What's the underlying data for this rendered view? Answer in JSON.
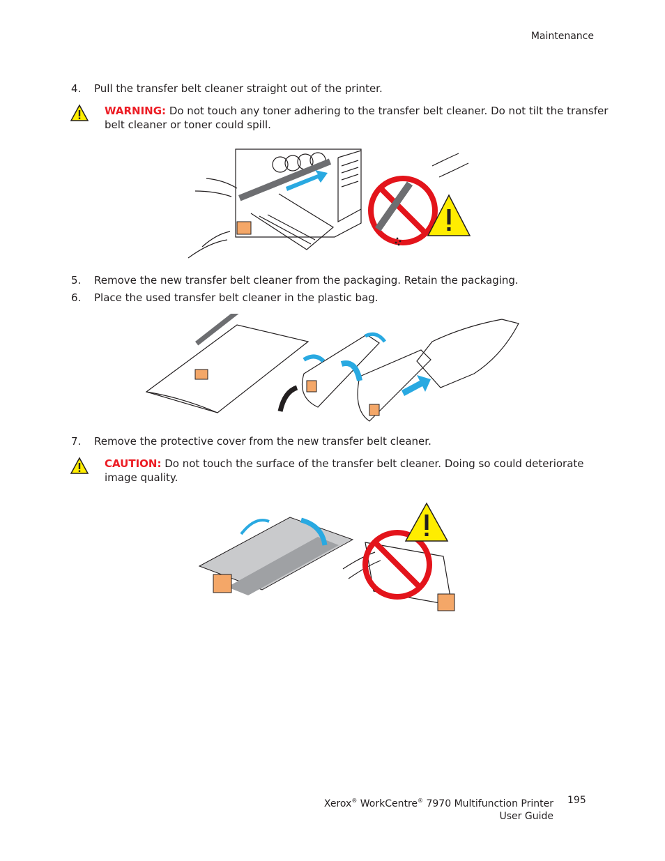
{
  "header": {
    "section": "Maintenance"
  },
  "steps": {
    "s4": {
      "num": "4.",
      "text": "Pull the transfer belt cleaner straight out of the printer."
    },
    "s5": {
      "num": "5.",
      "text": "Remove the new transfer belt cleaner from the packaging. Retain the packaging."
    },
    "s6": {
      "num": "6.",
      "text": "Place the used transfer belt cleaner in the plastic bag."
    },
    "s7": {
      "num": "7.",
      "text": "Remove the protective cover from the new transfer belt cleaner."
    }
  },
  "warning": {
    "label": "WARNING:",
    "text": "Do not touch any toner adhering to the transfer belt cleaner. Do not tilt the transfer belt cleaner or toner could spill."
  },
  "caution": {
    "label": "CAUTION:",
    "text": "Do not touch the surface of the transfer belt cleaner. Doing so could deteriorate image quality."
  },
  "footer": {
    "brand": "Xerox",
    "reg": "®",
    "product_a": "WorkCentre",
    "product_b": "7970 Multifunction Printer",
    "guide": "User Guide",
    "page": "195"
  },
  "colors": {
    "label_red": "#ec1c24",
    "prohibit_red": "#e3141b",
    "hazard_yellow": "#ffed00",
    "part_orange": "#f4a768",
    "arrow_cyan": "#29a9e1"
  }
}
